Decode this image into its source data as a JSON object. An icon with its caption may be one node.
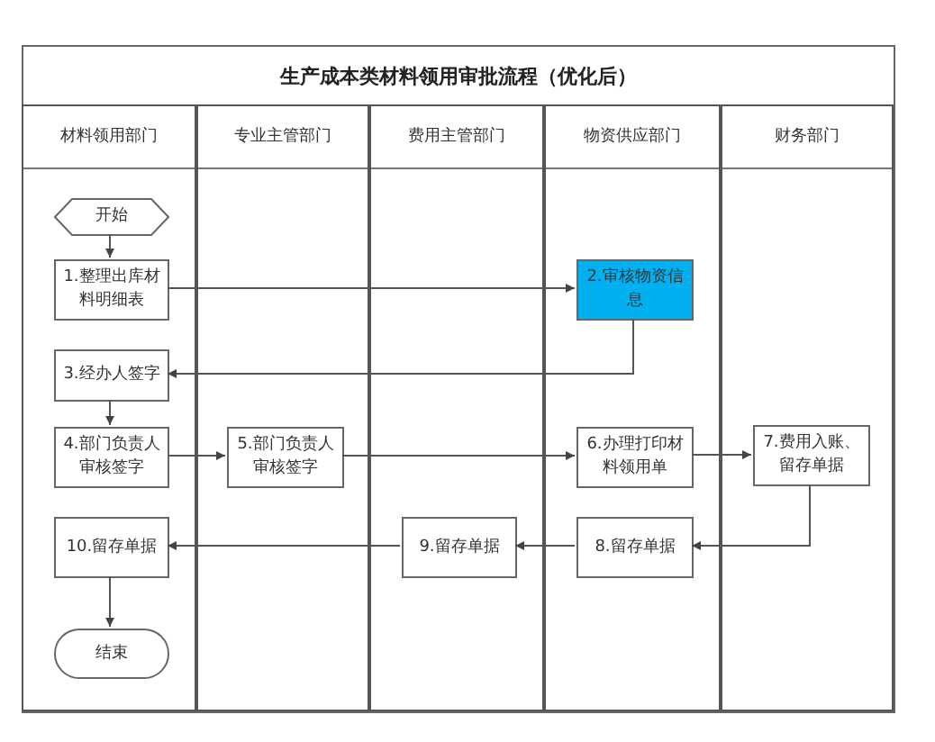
{
  "diagram": {
    "title": "生产成本类材料领用审批流程（优化后）",
    "nodes": [
      {
        "text": [
          "材料领用部门"
        ]
      },
      {
        "text": [
          "专业主管部门"
        ]
      },
      {
        "text": [
          "费用主管部门"
        ]
      },
      {
        "text": [
          "物资供应部门"
        ]
      },
      {
        "text": [
          "财务部门"
        ]
      },
      {
        "text": [
          "开始"
        ],
        "in": 0
      },
      {
        "text": [
          "1.整理出库材料明细表"
        ],
        "in": 0
      },
      {
        "text": [
          "2.审核物资信息"
        ],
        "in": 3
      },
      {
        "text": [
          "3.经办人签字"
        ],
        "in": 0
      },
      {
        "text": [
          "4.部门负责人审核签字"
        ],
        "in": 0
      },
      {
        "text": [
          "5.部门负责人审核签字"
        ],
        "in": 1
      },
      {
        "text": [
          "6.办理打印材料领用单"
        ],
        "in": 3
      },
      {
        "text": [
          "7.费用入账、留存单据"
        ],
        "in": 4
      },
      {
        "text": [
          "8.留存单据"
        ],
        "in": 3
      },
      {
        "text": [
          "9.留存单据"
        ],
        "in": 2
      },
      {
        "text": [
          "10.留存单据"
        ],
        "in": 0
      },
      {
        "text": [
          "结束"
        ],
        "in": 0
      }
    ],
    "edges": [
      {
        "from": 5,
        "to": 6,
        "arrow": "to"
      },
      {
        "from": 6,
        "to": 7,
        "arrow": "to"
      },
      {
        "from": 7,
        "to": 8,
        "arrow": "to"
      },
      {
        "from": 8,
        "to": 9,
        "arrow": "to"
      },
      {
        "from": 9,
        "to": 10,
        "arrow": "to"
      },
      {
        "from": 10,
        "to": 11,
        "arrow": "to"
      },
      {
        "from": 11,
        "to": 12,
        "arrow": "to"
      },
      {
        "from": 12,
        "to": 13,
        "arrow": "to"
      },
      {
        "from": 13,
        "to": 14,
        "arrow": "to"
      },
      {
        "from": 14,
        "to": 15,
        "arrow": "to"
      },
      {
        "from": 15,
        "to": 16,
        "arrow": "to"
      }
    ]
  }
}
